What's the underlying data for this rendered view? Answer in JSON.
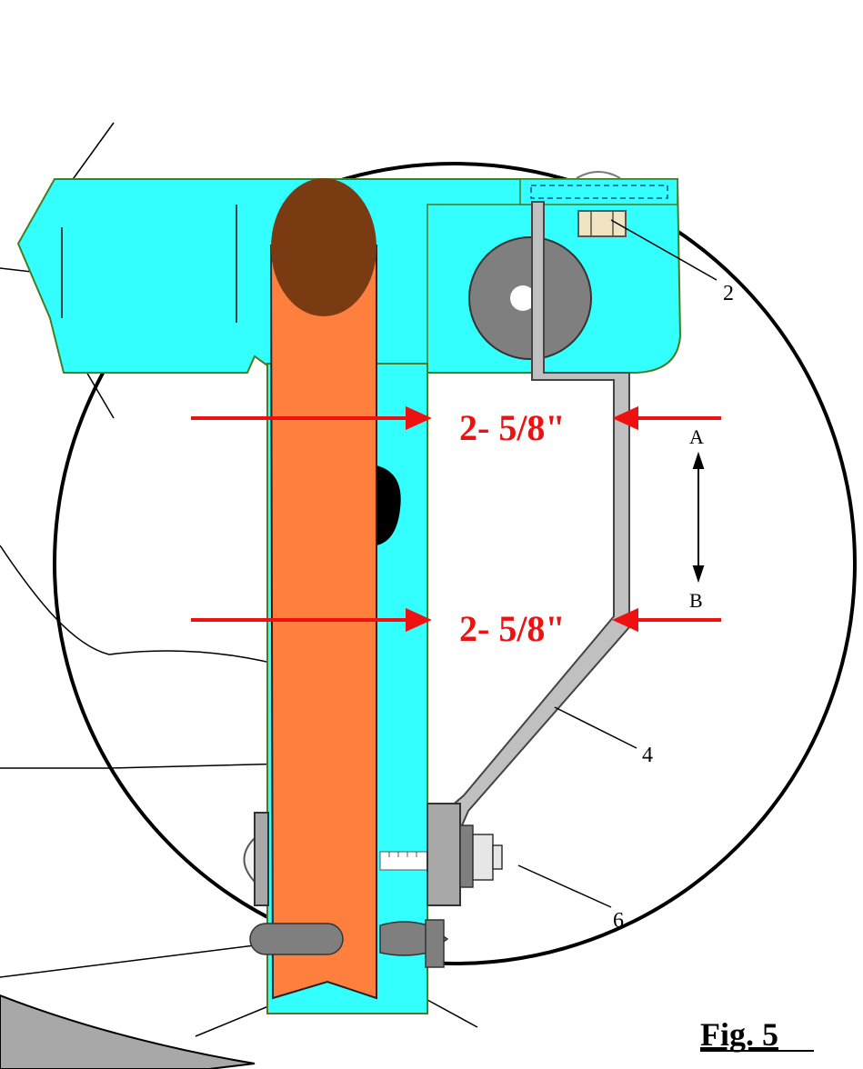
{
  "figure_label": "Fig. 5",
  "dimensions": {
    "upper": "2- 5/8\"",
    "lower": "2- 5/8\""
  },
  "callouts": [
    "2",
    "4",
    "6"
  ],
  "range_labels": {
    "top": "A",
    "bottom": "B"
  },
  "colors": {
    "bracket": "#33ffff",
    "post": "#ff7f3f",
    "post_cap": "#7a3a12",
    "dimension": "#ee1111",
    "hardware": "#7f7f7f",
    "strap": "#c0c0c0",
    "outline": "#000000"
  }
}
